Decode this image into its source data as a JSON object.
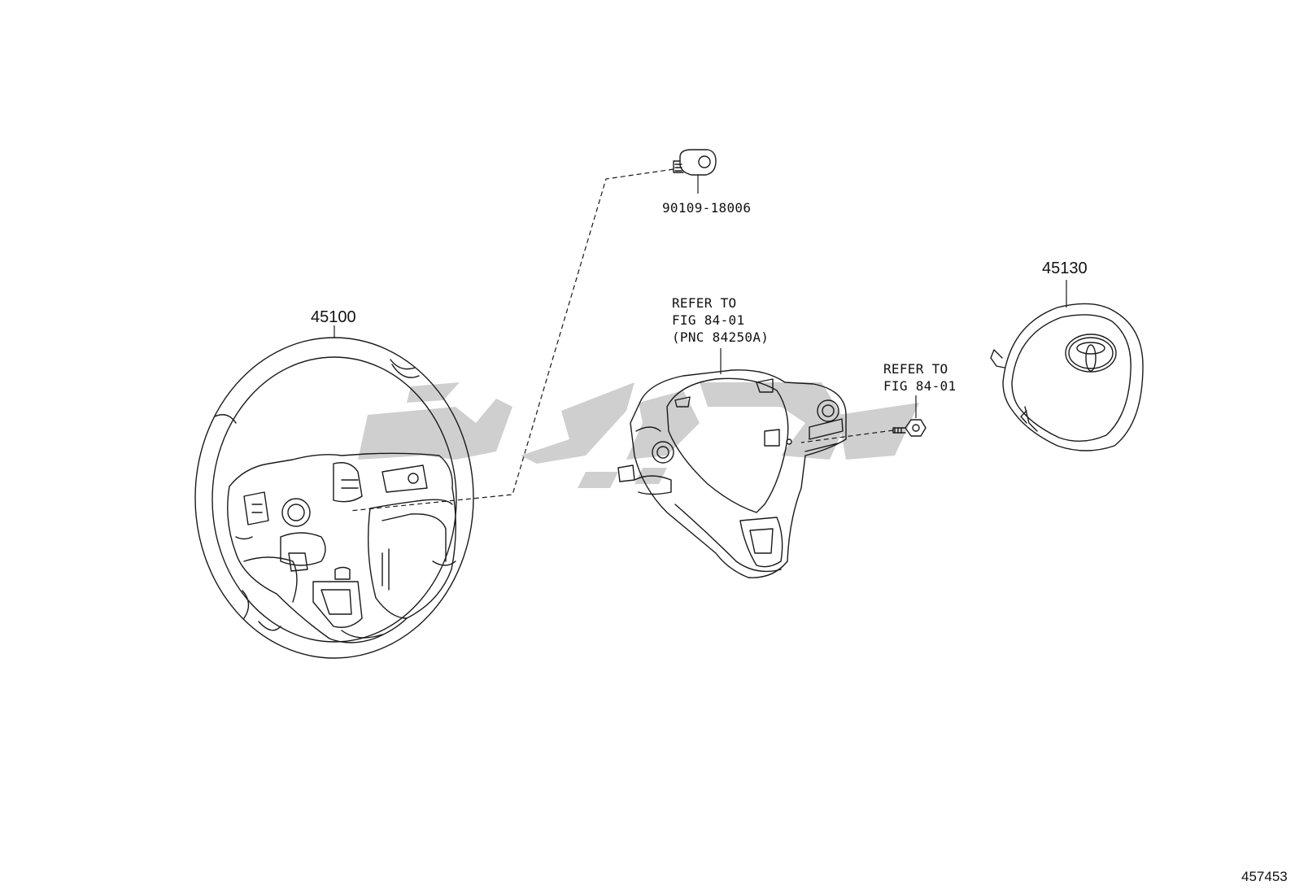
{
  "diagram_id": "457453",
  "parts": {
    "steering_wheel": {
      "part_no": "45100"
    },
    "screw": {
      "part_no": "90109-18006"
    },
    "horn_pad": {
      "part_no": "45130"
    }
  },
  "notes": {
    "cover_ref": [
      "REFER TO",
      "FIG 84-01",
      "(PNC 84250A)"
    ],
    "bolt_ref": [
      "REFER TO",
      "FIG 84-01"
    ]
  },
  "watermark": {
    "color": "#cfcfcf"
  }
}
